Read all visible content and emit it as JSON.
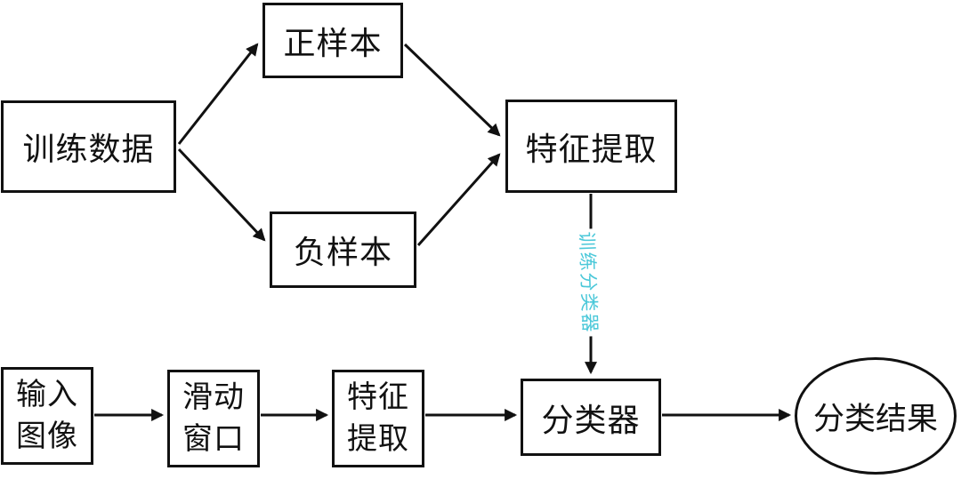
{
  "colors": {
    "line": "#111111",
    "accent": "#4bc8d9",
    "background": "#ffffff"
  },
  "nodes": {
    "train_data": {
      "label": "训练数据"
    },
    "positive_sample": {
      "label": "正样本"
    },
    "negative_sample": {
      "label": "负样本"
    },
    "feature_extraction_top": {
      "label": "特征提取"
    },
    "input_image": {
      "line1": "输入",
      "line2": "图像"
    },
    "sliding_window": {
      "line1": "滑动",
      "line2": "窗口"
    },
    "feature_extraction_bottom": {
      "line1": "特征",
      "line2": "提取"
    },
    "classifier": {
      "label": "分类器"
    },
    "classification_result": {
      "label": "分类结果"
    }
  },
  "edge_labels": {
    "train_classifier": "训练分类器"
  }
}
